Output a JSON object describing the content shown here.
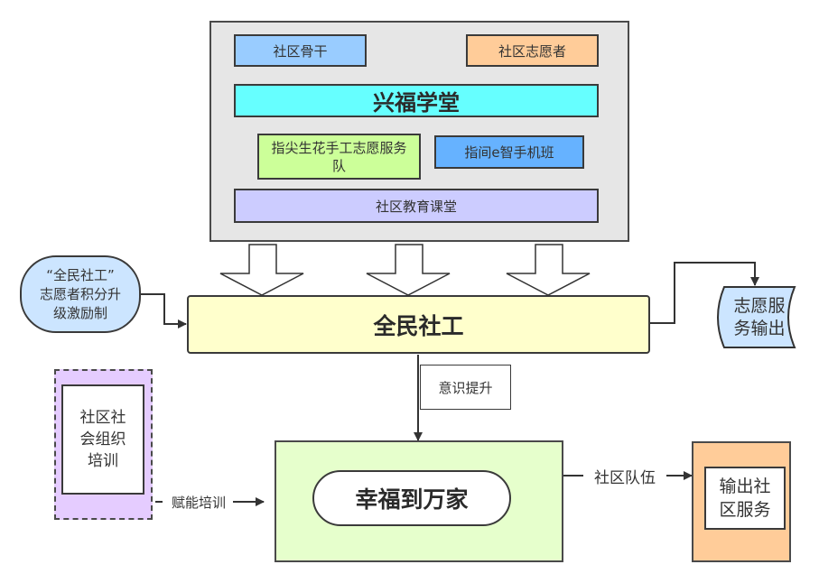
{
  "school": {
    "backbone": "社区骨干",
    "volunteers": "社区志愿者",
    "title": "兴福学堂",
    "craft_team": "指尖生花手工志愿服务队",
    "phone_class": "指间e智手机班",
    "classroom": "社区教育课堂"
  },
  "center": {
    "title": "全民社工"
  },
  "incentive": {
    "line1": "“全民社工”",
    "line2": "志愿者积分升",
    "line3": "级激励制"
  },
  "output": {
    "line1": "志愿服",
    "line2": "务输出"
  },
  "awareness": {
    "label": "意识提升"
  },
  "home": {
    "title": "幸福到万家"
  },
  "training": {
    "line1": "社区社",
    "line2": "会组织",
    "line3": "培训",
    "edge_label": "赋能培训"
  },
  "service": {
    "edge_label": "社区队伍",
    "line1": "输出社",
    "line2": "区服务"
  },
  "colors": {
    "gray_panel": "#e6e6e6",
    "blue_light": "#99ccff",
    "orange": "#ffcc99",
    "cyan": "#66ffff",
    "green_light": "#ccff99",
    "blue": "#66b2ff",
    "lavender": "#ccccff",
    "yellow": "#ffffcc",
    "bubble_blue": "#cce5ff",
    "purple": "#e5ccff",
    "pale_green": "#e6ffcc",
    "peach": "#ffcc99"
  }
}
